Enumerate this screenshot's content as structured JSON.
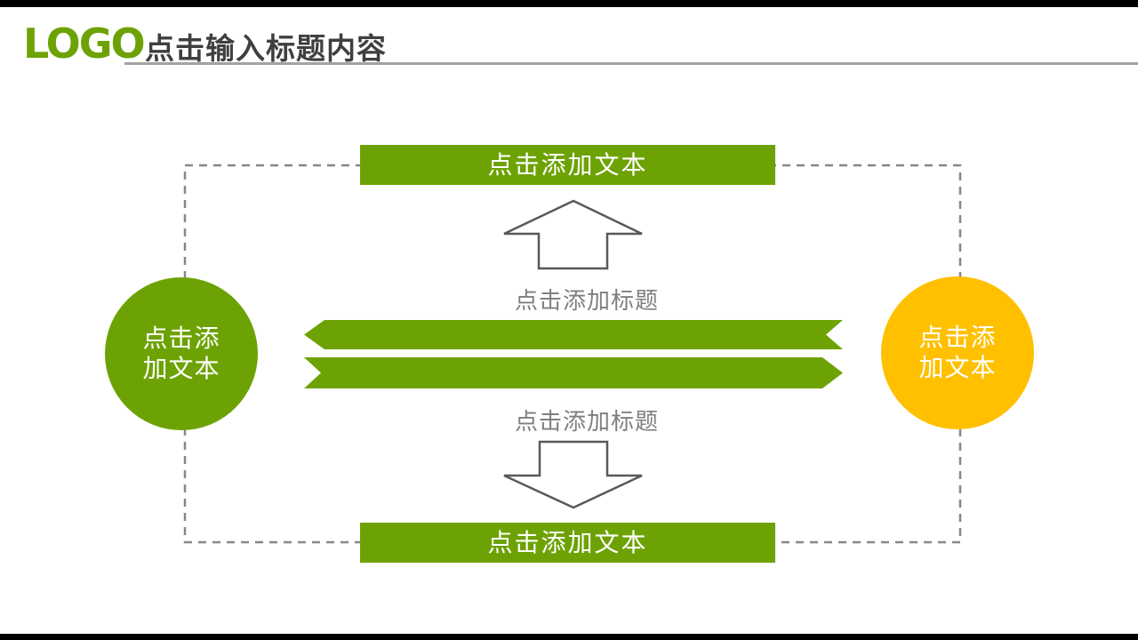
{
  "slide": {
    "header": {
      "logo": "LOGO",
      "title": "点击输入标题内容"
    },
    "diagram": {
      "top_banner": "点击添加文本",
      "bottom_banner": "点击添加文本",
      "upper_caption": "点击添加标题",
      "lower_caption": "点击添加标题",
      "left_circle": {
        "lines": [
          "点击添",
          "加文本"
        ]
      },
      "right_circle": {
        "lines": [
          "点击添",
          "加文本"
        ]
      }
    },
    "colors": {
      "green": "#6DA204",
      "yellow": "#FFC000",
      "title_text": "#3F3F3F",
      "caption_text": "#7F7F7F",
      "arrow_outline": "#595959",
      "dashed_border": "#878787",
      "header_rule": "#A3A3A3",
      "top_bar": "#000000"
    }
  }
}
